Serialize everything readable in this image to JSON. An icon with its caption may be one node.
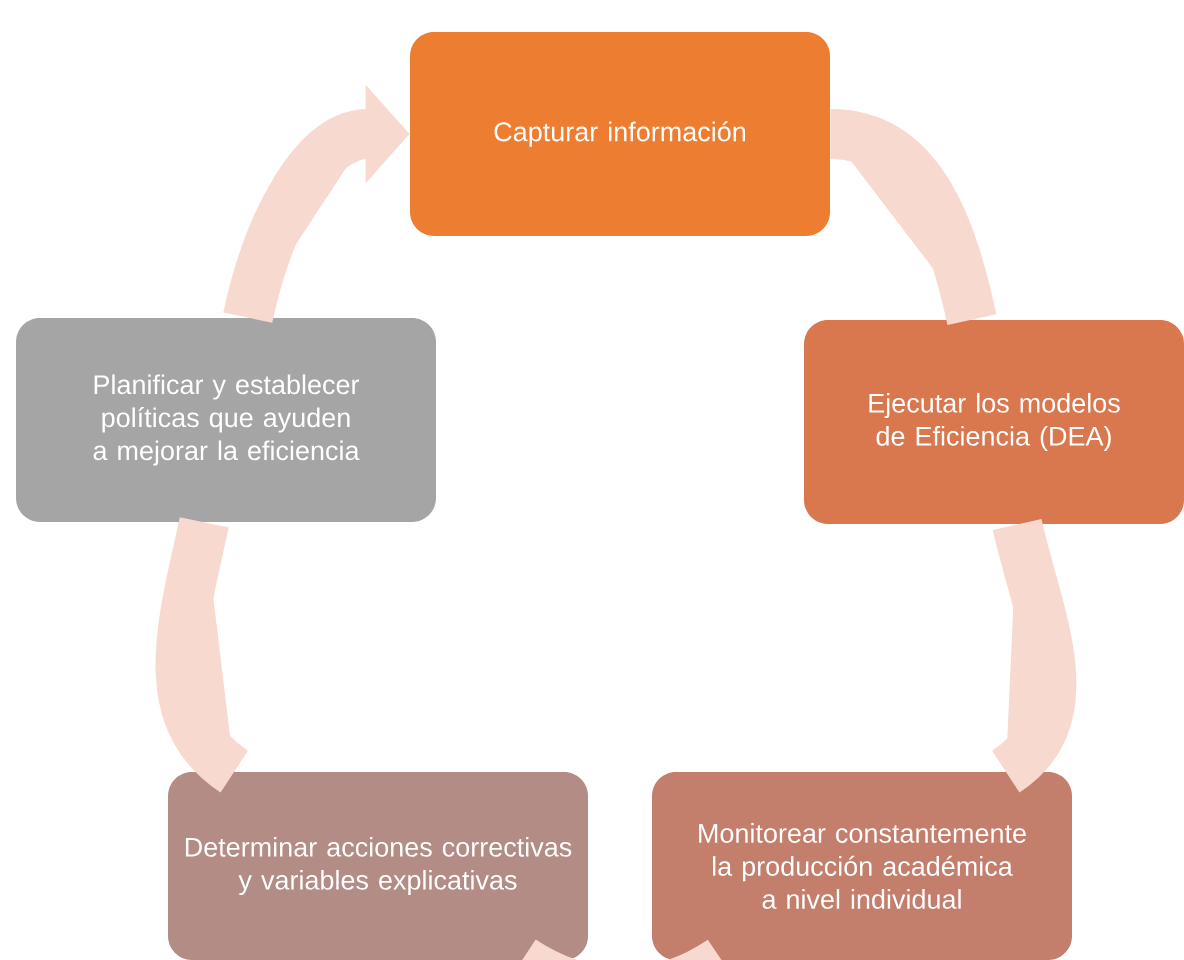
{
  "diagram": {
    "nodes": [
      {
        "text": [
          "Capturar información"
        ]
      },
      {
        "text": [
          "Ejecutar los modelos de Eficiencia (DEA)"
        ]
      },
      {
        "text": [
          "Monitorear constantemente la producción académica a nivel individual"
        ]
      },
      {
        "text": [
          "Determinar acciones correctivas y variables explicativas"
        ]
      },
      {
        "text": [
          "Planificar y establecer políticas que ayuden a mejorar la eficiencia"
        ]
      }
    ],
    "edges": [
      {
        "from": 0,
        "to": 1,
        "arrow": "none"
      },
      {
        "from": 1,
        "to": 2,
        "arrow": "none"
      },
      {
        "from": 2,
        "to": 3,
        "arrow": "none"
      },
      {
        "from": 3,
        "to": 4,
        "arrow": "none"
      },
      {
        "from": 4,
        "to": 0,
        "arrow": "to"
      }
    ]
  }
}
